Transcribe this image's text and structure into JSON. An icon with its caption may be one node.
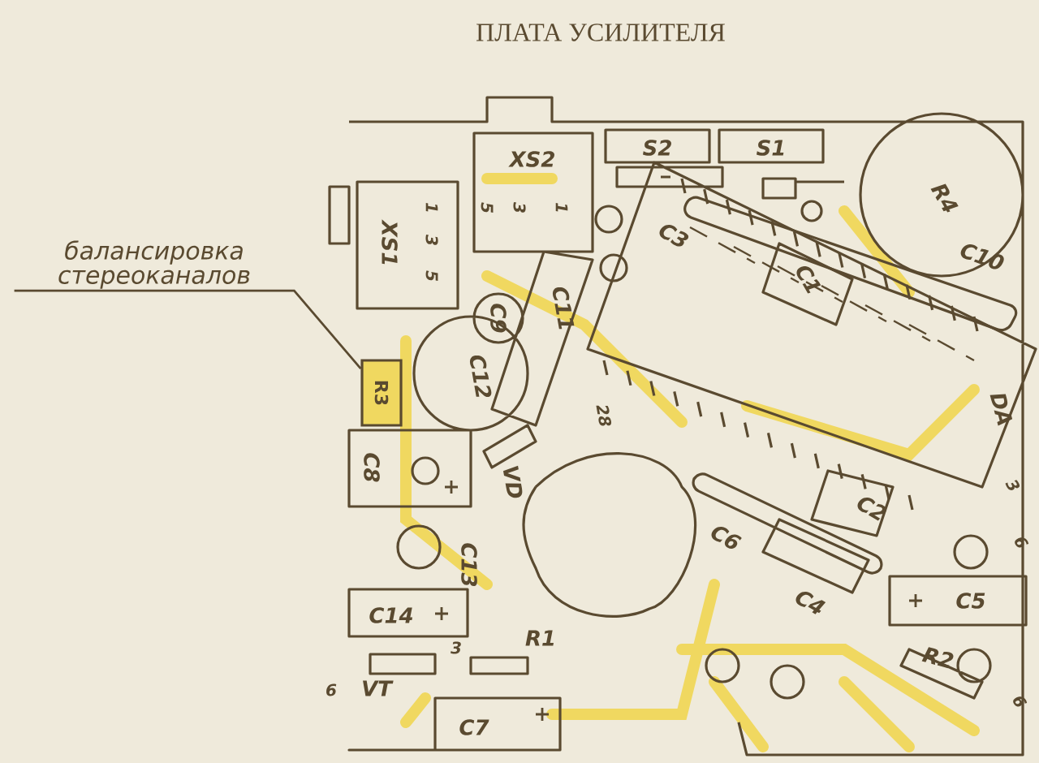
{
  "diagram": {
    "title": "ПЛАТА УСИЛИТЕЛЯ",
    "nodes": [
      {
        "text": [
          "балансировка стереоканалов"
        ]
      },
      {
        "text": [
          "R3"
        ]
      }
    ],
    "edges": [
      {
        "from": 0,
        "to": 1,
        "arrow": "none"
      }
    ],
    "labels": [
      "XS2",
      "S2",
      "S1",
      "R4",
      "XS1",
      "1",
      "3",
      "5",
      "5",
      "3",
      "1",
      "C3",
      "C9",
      "C11",
      "C1",
      "C10",
      "C12",
      "DA",
      "28",
      "C8",
      "VD",
      "C13",
      "C2",
      "C6",
      "3",
      "6",
      "C4",
      "C5",
      "C14",
      "R2",
      "R1",
      "3",
      "6",
      "VT",
      "C7",
      "6"
    ]
  }
}
